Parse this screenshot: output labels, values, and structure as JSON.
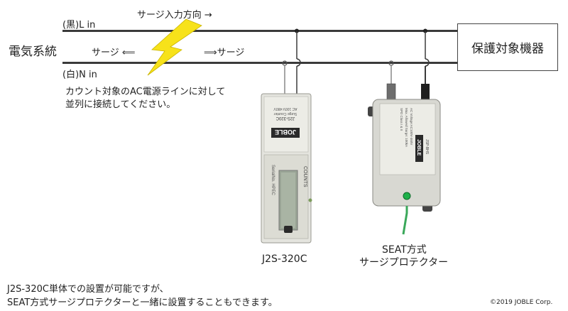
{
  "labels": {
    "black_line": "(黒)L in",
    "white_line": "(白)N in",
    "surge_direction": "サージ入力方向 →",
    "power_system": "電気系統",
    "surge_left": "サージ ⟸",
    "surge_right": "⟹サージ",
    "protected_device": "保護対象機器",
    "instruction_line1": "カウント対象のAC電源ラインに対して",
    "instruction_line2": "並列に接続してください。",
    "counter_caption": "J2S-320C",
    "protector_caption_line1": "SEAT方式",
    "protector_caption_line2": "サージプロテクター",
    "note_line1": "J2S-320C単体での設置が可能ですが、",
    "note_line2": "SEAT方式サージプロテクターと一緒に設置することもできます。",
    "copyright": "©2019 JOBLE Corp."
  },
  "counter_device": {
    "brand": "JOBLE",
    "model": "J2S-320C",
    "sublabel": "Surge Counter",
    "rating": "AC 100V-480V",
    "panel_label": "COUNTS",
    "serial_label": "SerialNo. HPEC"
  },
  "protector_device": {
    "brand": "JOBLE",
    "spec_line1": "AC Voltage:AC100V-460V",
    "spec_line2": "Max. Allowed Surge: 100kA",
    "spec_line3": "SPD Class I & II",
    "model_label": "JSP-BHS"
  },
  "colors": {
    "bolt": "#f7e21a",
    "wire_dark": "#3a3a3a",
    "ground_wire": "#3aa85a",
    "led": "#1fb04a"
  }
}
